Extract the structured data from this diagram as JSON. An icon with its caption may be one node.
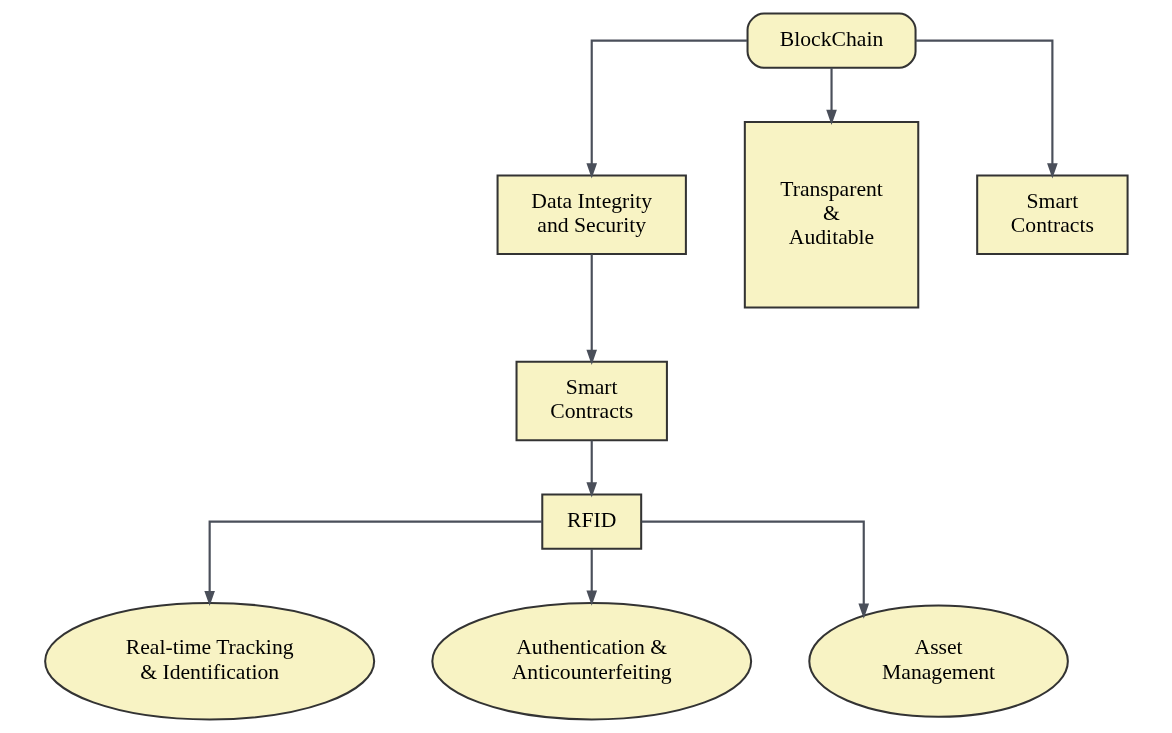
{
  "diagram": {
    "nodes": [
      {
        "text": [
          "BlockChain"
        ]
      },
      {
        "text": [
          "Data Integrity and Security"
        ]
      },
      {
        "text": [
          "Transparent & Auditable"
        ]
      },
      {
        "text": [
          "Smart Contracts"
        ]
      },
      {
        "text": [
          "Smart Contracts"
        ]
      },
      {
        "text": [
          "RFID"
        ]
      },
      {
        "text": [
          "Real-time Tracking & Identification"
        ]
      },
      {
        "text": [
          "Authentication & Anticounterfeiting"
        ]
      },
      {
        "text": [
          "Asset Management"
        ]
      }
    ],
    "edges": [
      {
        "from": 0,
        "to": 1,
        "arrow": "to"
      },
      {
        "from": 0,
        "to": 2,
        "arrow": "to"
      },
      {
        "from": 0,
        "to": 3,
        "arrow": "to"
      },
      {
        "from": 1,
        "to": 4,
        "arrow": "to"
      },
      {
        "from": 4,
        "to": 5,
        "arrow": "to"
      },
      {
        "from": 5,
        "to": 6,
        "arrow": "to"
      },
      {
        "from": 5,
        "to": 7,
        "arrow": "to"
      },
      {
        "from": 5,
        "to": 8,
        "arrow": "to"
      }
    ]
  }
}
